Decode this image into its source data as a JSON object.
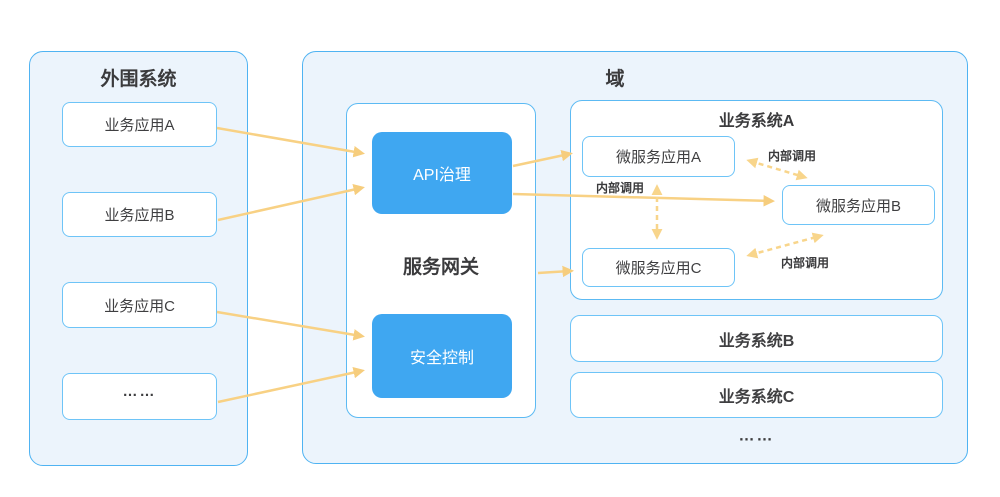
{
  "diagram": {
    "peripheral": {
      "title": "外围系统",
      "apps": [
        "业务应用A",
        "业务应用B",
        "业务应用C",
        "……"
      ]
    },
    "domain": {
      "title": "域",
      "gateway": {
        "title": "服务网关",
        "api_module": "API治理",
        "security_module": "安全控制"
      },
      "system_a": {
        "title": "业务系统A",
        "services": [
          "微服务应用A",
          "微服务应用B",
          "微服务应用C"
        ]
      },
      "other_systems": [
        "业务系统B",
        "业务系统C"
      ],
      "more": "……",
      "internal_call_label": "内部调用"
    }
  },
  "colors": {
    "panel_fill": "#ecf4fc",
    "panel_border": "#4fb3f2",
    "box_border": "#6ec4f7",
    "module_fill": "#3fa7f1",
    "module_text": "#ffffff",
    "arrow": "#f8d184",
    "text": "#3b3b3d"
  }
}
